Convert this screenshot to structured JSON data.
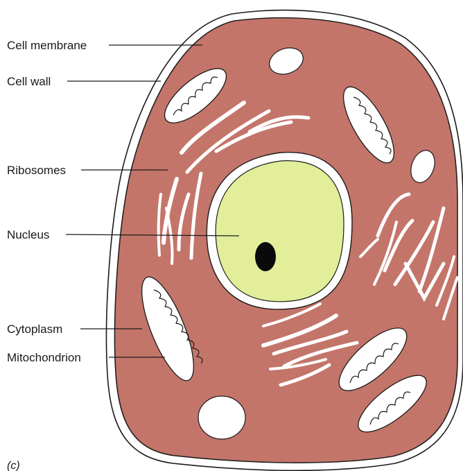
{
  "labels": {
    "cell_membrane": "Cell membrane",
    "cell_wall": "Cell wall",
    "ribosomes": "Ribosomes",
    "nucleus": "Nucleus",
    "cytoplasm": "Cytoplasm",
    "mitochondrion": "Mitochondrion"
  },
  "panel_label": "(c)",
  "colors": {
    "cytoplasm": "#c8756a",
    "nucleus": "#e2ee9a",
    "nucleolus": "#0a0a0a",
    "wall": "#ffffff",
    "outline": "#1a1a1a"
  }
}
